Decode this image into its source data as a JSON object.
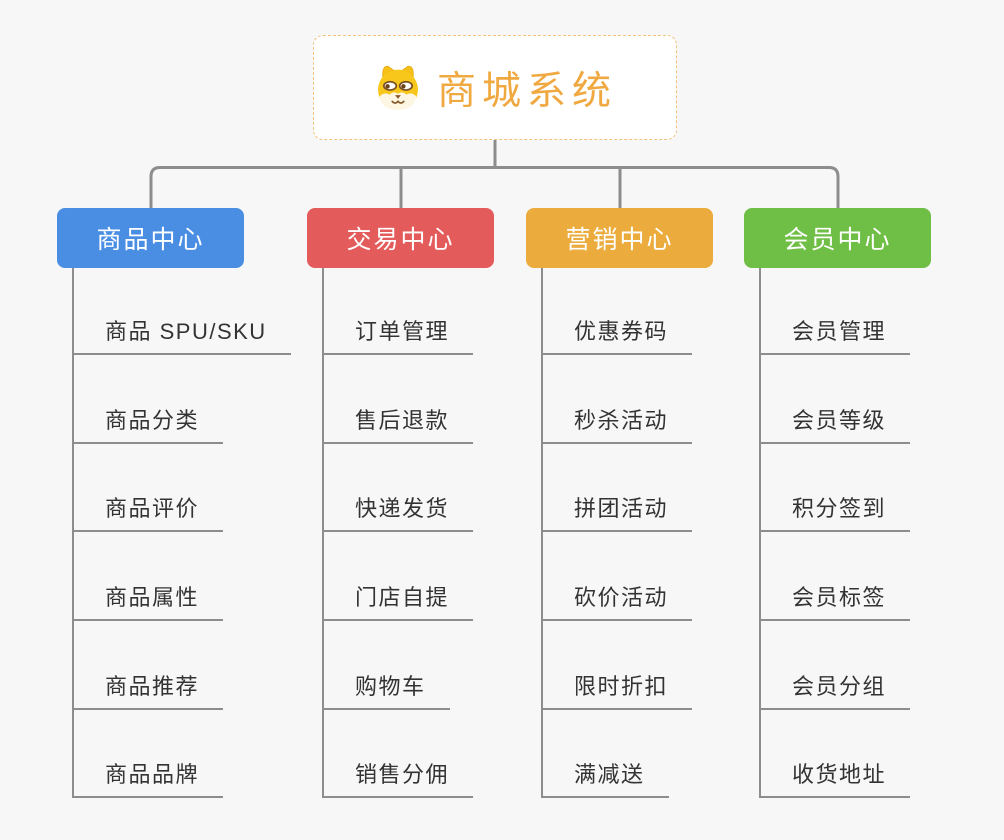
{
  "root": {
    "title": "商城系统",
    "icon": "dog-face-icon"
  },
  "branches": [
    {
      "label": "商品中心",
      "color": "#4A8EE4",
      "items": [
        "商品 SPU/SKU",
        "商品分类",
        "商品评价",
        "商品属性",
        "商品推荐",
        "商品品牌"
      ]
    },
    {
      "label": "交易中心",
      "color": "#E45B5B",
      "items": [
        "订单管理",
        "售后退款",
        "快递发货",
        "门店自提",
        "购物车",
        "销售分佣"
      ]
    },
    {
      "label": "营销中心",
      "color": "#EBAC3D",
      "items": [
        "优惠券码",
        "秒杀活动",
        "拼团活动",
        "砍价活动",
        "限时折扣",
        "满减送"
      ]
    },
    {
      "label": "会员中心",
      "color": "#6FBE45",
      "items": [
        "会员管理",
        "会员等级",
        "积分签到",
        "会员标签",
        "会员分组",
        "收货地址"
      ]
    }
  ],
  "colors": {
    "background": "#F7F7F7",
    "connector": "#8D8D8D",
    "root_text": "#F0A840",
    "root_border": "#F2C27C",
    "item_text": "#333333",
    "branch_text": "#FFFFFF"
  }
}
